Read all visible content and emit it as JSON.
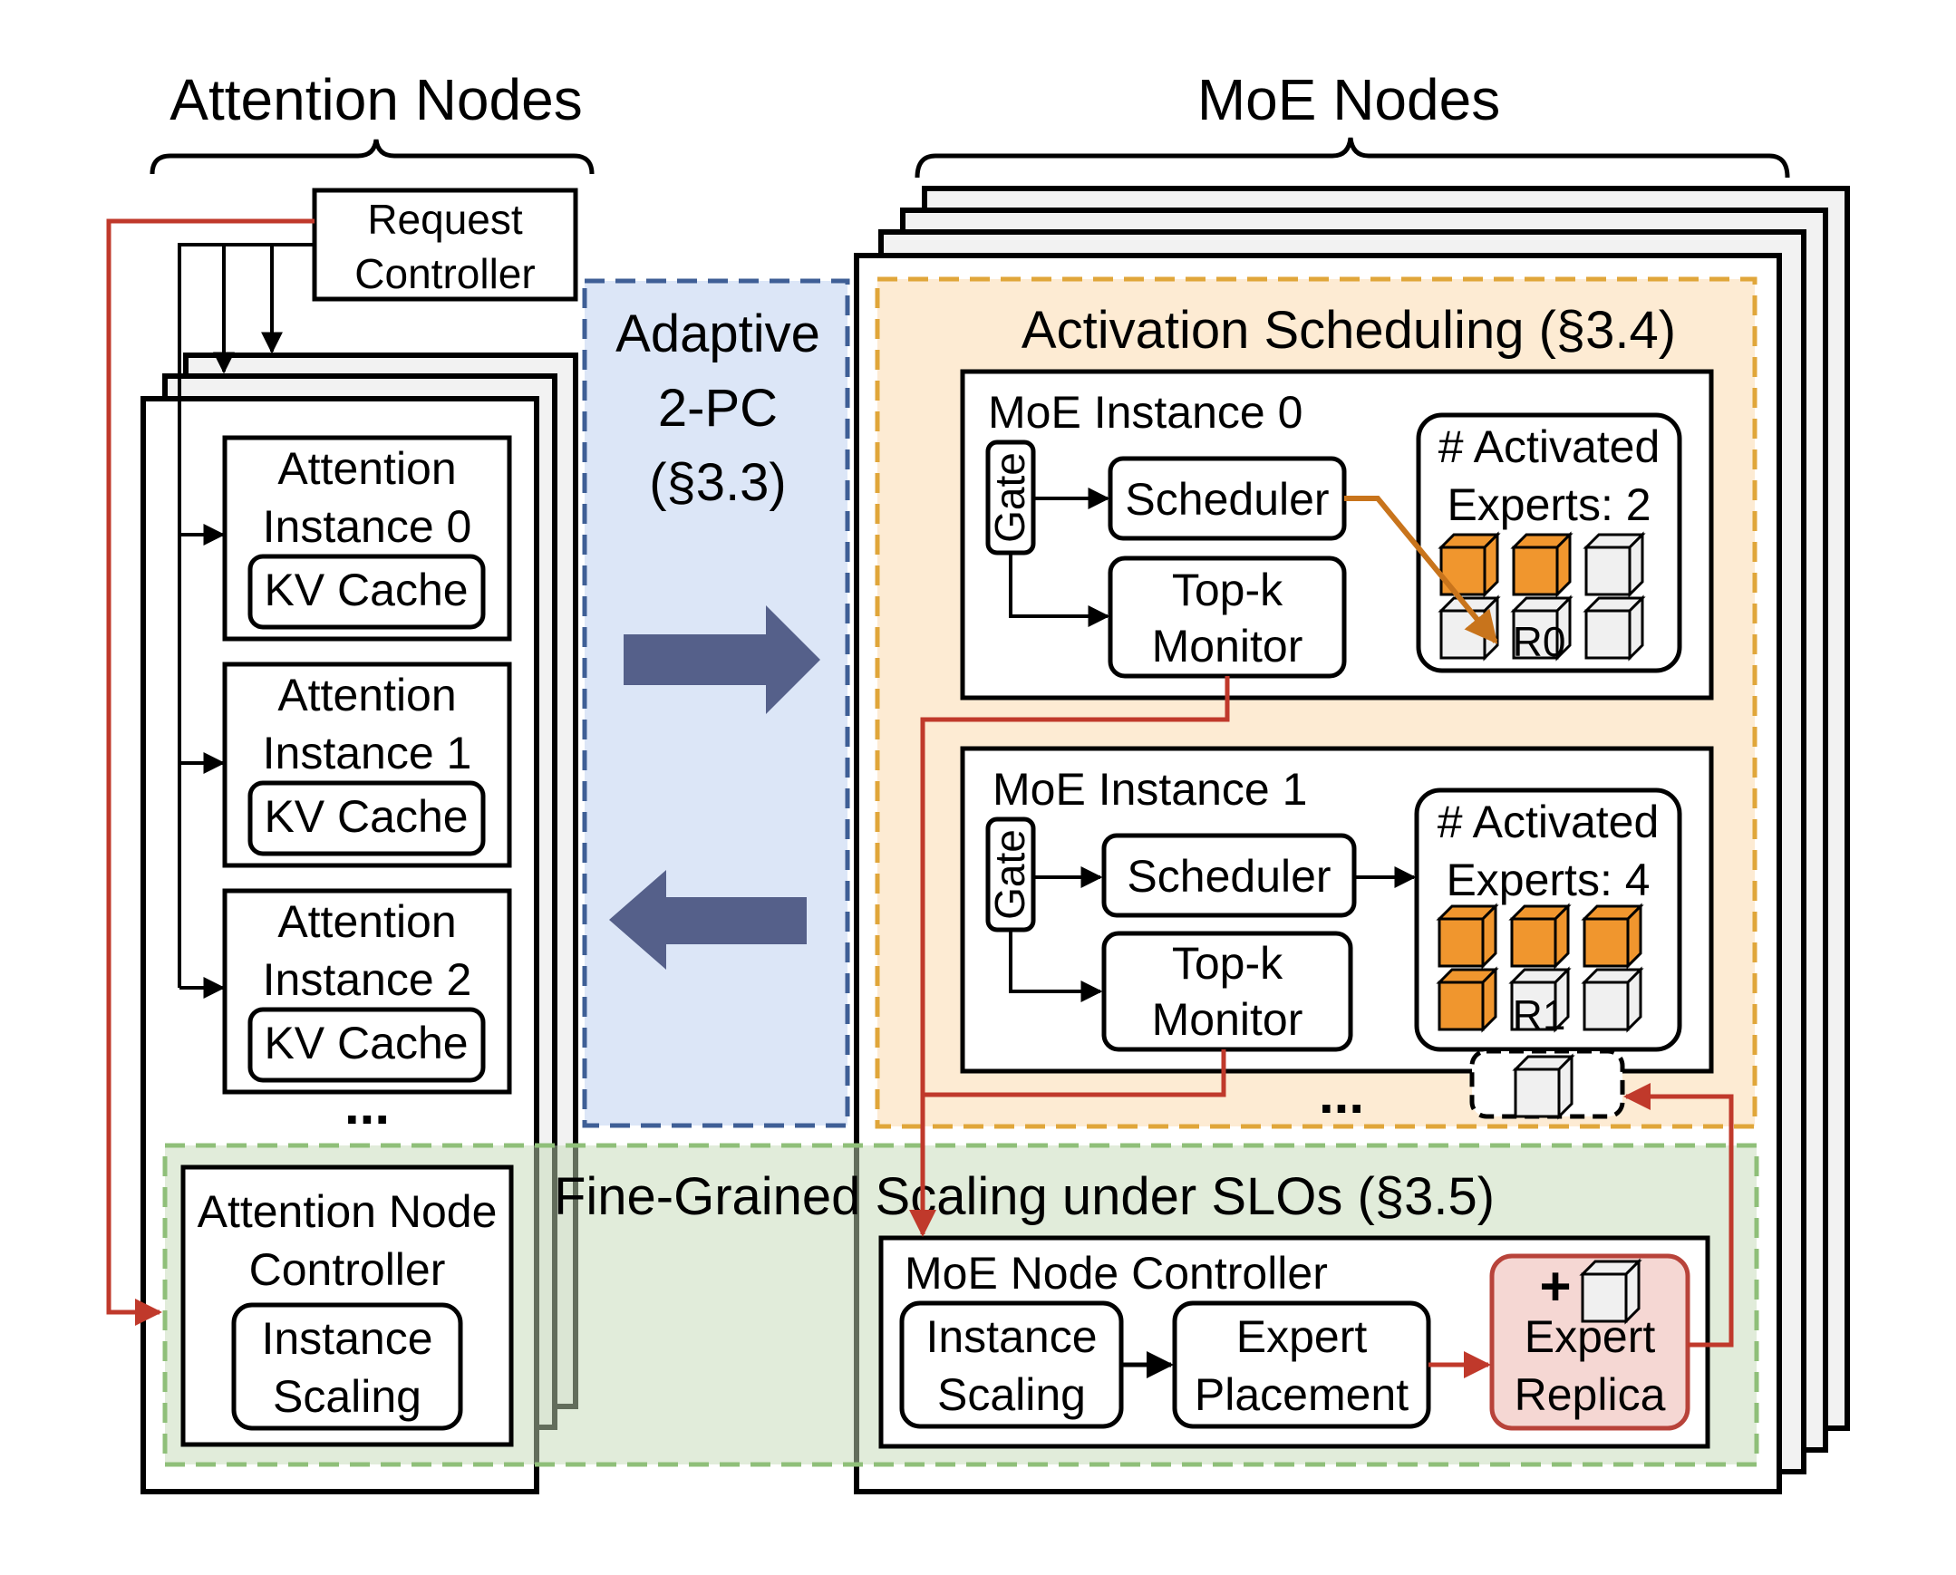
{
  "attention": {
    "header": "Attention Nodes",
    "request_controller": [
      "Request",
      "Controller"
    ],
    "instances": [
      {
        "line1": "Attention",
        "line2": "Instance 0",
        "cache": "KV Cache"
      },
      {
        "line1": "Attention",
        "line2": "Instance 1",
        "cache": "KV Cache"
      },
      {
        "line1": "Attention",
        "line2": "Instance 2",
        "cache": "KV Cache"
      }
    ],
    "ellipsis": "...",
    "node_controller": [
      "Attention Node",
      "Controller"
    ],
    "instance_scaling": [
      "Instance",
      "Scaling"
    ]
  },
  "adaptive": [
    "Adaptive",
    "2-PC",
    "(§3.3)"
  ],
  "moe": {
    "header": "MoE Nodes",
    "activation_title": "Activation Scheduling  (§3.4)",
    "instances": [
      {
        "title": "MoE Instance 0",
        "gate": "Gate",
        "scheduler": "Scheduler",
        "monitor": [
          "Top-k",
          "Monitor"
        ],
        "activated": [
          "# Activated",
          "Experts: 2"
        ],
        "replica_label": "R0",
        "cubes": [
          "orange",
          "orange",
          "gray",
          "gray",
          "gray",
          "gray"
        ]
      },
      {
        "title": "MoE Instance 1",
        "gate": "Gate",
        "scheduler": "Scheduler",
        "monitor": [
          "Top-k",
          "Monitor"
        ],
        "activated": [
          "# Activated",
          "Experts: 4"
        ],
        "replica_label": "R1",
        "cubes": [
          "orange",
          "orange",
          "orange",
          "orange",
          "gray",
          "gray"
        ]
      }
    ],
    "ellipsis": "...",
    "scaling_title": "Fine-Grained  Scaling under SLOs  (§3.5)",
    "node_controller": "MoE Node Controller",
    "instance_scaling": [
      "Instance",
      "Scaling"
    ],
    "expert_placement": [
      "Expert",
      "Placement"
    ],
    "expert_replica": [
      "+",
      "Expert",
      "Replica"
    ]
  },
  "colors": {
    "red_arrow": "#c0392b",
    "orange_arrow": "#c8741c",
    "cube_orange": "#f0962e",
    "cube_gray": "#f0f0f0",
    "blue_panel": "#dce6f7",
    "blue_dash": "#3f5f96",
    "orange_panel": "#fdebd3",
    "orange_dash": "#e0a63a",
    "green_panel": "#dfe9d9",
    "green_dash": "#8fbf79",
    "big_arrow": "#55608a",
    "replica_fill": "#f5d7d3",
    "replica_border": "#b8433a"
  }
}
